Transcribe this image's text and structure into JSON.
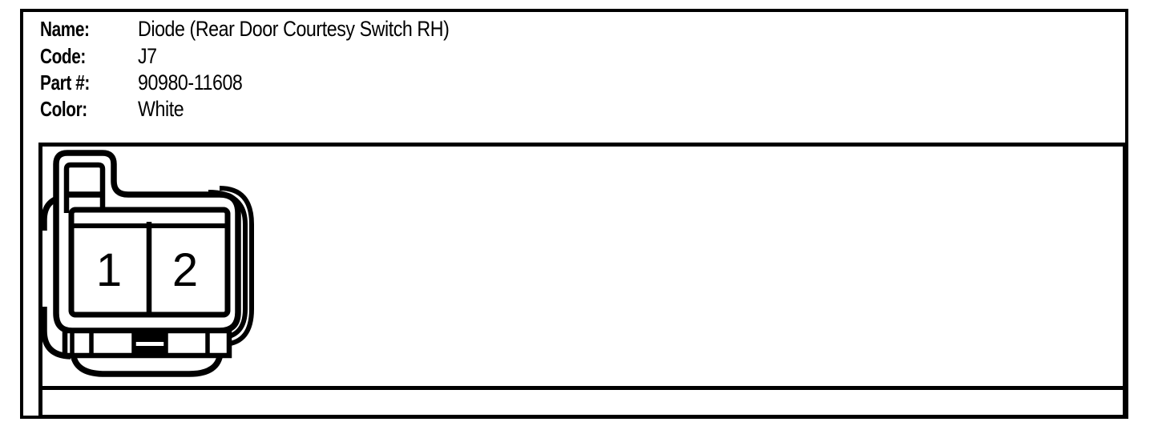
{
  "panel": {
    "background_color": "#ffffff",
    "line_color": "#000000"
  },
  "header": {
    "fields": [
      {
        "label": "Name:",
        "value": "Diode (Rear Door Courtesy Switch RH)"
      },
      {
        "label": "Code:",
        "value": "J7"
      },
      {
        "label": "Part #:",
        "value": "90980-11608"
      },
      {
        "label": "Color:",
        "value": "White"
      }
    ]
  },
  "connector_diagram": {
    "type": "connector-face-view",
    "description": "2-pin connector housing front view, black outline on white",
    "pin_labels": [
      "1",
      "2"
    ]
  }
}
